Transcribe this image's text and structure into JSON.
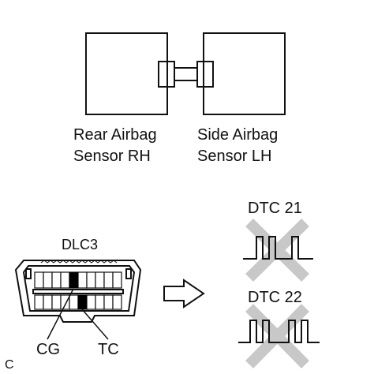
{
  "sensors": {
    "left": {
      "line1": "Rear Airbag",
      "line2": "Sensor RH"
    },
    "right": {
      "line1": "Side Airbag",
      "line2": "Sensor LH"
    }
  },
  "dlc": {
    "title": "DLC3",
    "pin_cg": "CG",
    "pin_tc": "TC"
  },
  "dtc": {
    "code_a": "DTC 21",
    "code_b": "DTC 22"
  },
  "corner_label": "C",
  "colors": {
    "line": "#111111",
    "cross": "#c8c8c8",
    "pin": "#000000"
  }
}
